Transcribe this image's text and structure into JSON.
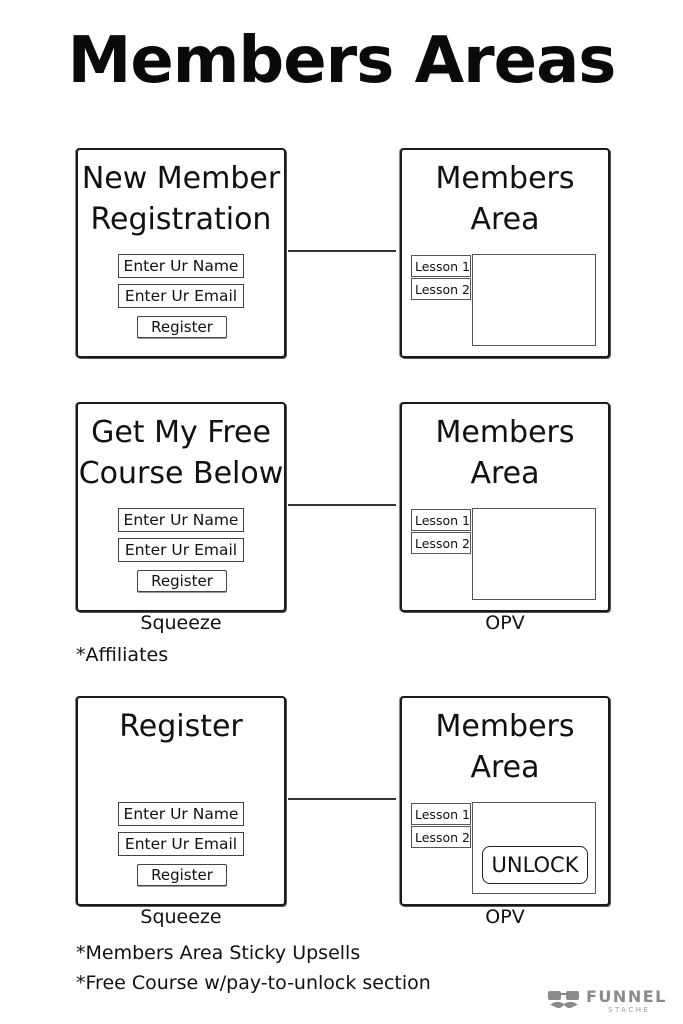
{
  "page": {
    "title": "Members Areas"
  },
  "rows": [
    {
      "left": {
        "title_line1": "New Member",
        "title_line2": "Registration",
        "name_field": "Enter Ur Name",
        "email_field": "Enter Ur Email",
        "register_button": "Register"
      },
      "right": {
        "title_line1": "Members",
        "title_line2": "Area",
        "lessons": [
          "Lesson 1",
          "Lesson 2"
        ]
      }
    },
    {
      "left": {
        "title_line1": "Get My Free",
        "title_line2": "Course Below",
        "name_field": "Enter Ur Name",
        "email_field": "Enter Ur Email",
        "register_button": "Register",
        "caption": "Squeeze"
      },
      "right": {
        "title_line1": "Members",
        "title_line2": "Area",
        "lessons": [
          "Lesson 1",
          "Lesson 2"
        ],
        "caption": "OPV"
      },
      "note": "*Affiliates"
    },
    {
      "left": {
        "title_line1": "Register",
        "name_field": "Enter Ur Name",
        "email_field": "Enter Ur Email",
        "register_button": "Register",
        "caption": "Squeeze"
      },
      "right": {
        "title_line1": "Members",
        "title_line2": "Area",
        "lessons": [
          "Lesson 1",
          "Lesson 2"
        ],
        "unlock_button": "UNLOCK",
        "caption": "OPV"
      },
      "notes": [
        "*Members Area Sticky Upsells",
        "*Free Course w/pay-to-unlock section"
      ]
    }
  ],
  "logo": {
    "word": "FUNNEL",
    "sub": "STACHE",
    "icon": "mustache-glasses-icon"
  }
}
